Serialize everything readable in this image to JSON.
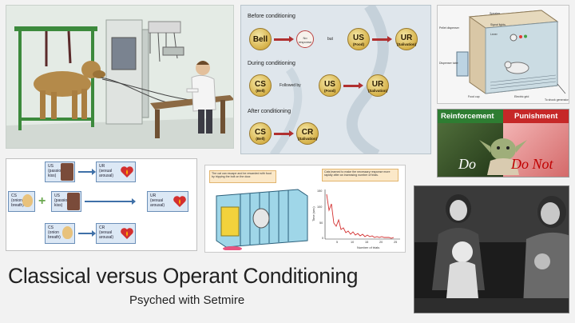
{
  "title": "Classical versus Operant Conditioning",
  "subtitle": "Psyched with Setmire",
  "diagram": {
    "before_label": "Before conditioning",
    "during_label": "During conditioning",
    "after_label": "After conditioning",
    "bell": "Bell",
    "no_response": "No response",
    "but": "but",
    "us": "US",
    "us_sub": "(Food)",
    "ur": "UR",
    "ur_sub": "(Salivation)",
    "cs": "CS",
    "cs_sub": "(Bell)",
    "followed_by": "Followed by",
    "cr": "CR",
    "cr_sub": "(Salivation)"
  },
  "skinner": {
    "labels": [
      "Speaker",
      "Signal lights",
      "Lever",
      "Pellet dispenser",
      "Dispenser tube",
      "Food cup",
      "Electric grid",
      "To shock generator"
    ]
  },
  "reinforcement": {
    "left_header": "Reinforcement",
    "right_header": "Punishment",
    "do": "Do",
    "do_not": "Do Not"
  },
  "kiss": {
    "row1_us": "US (passionate kiss)",
    "row1_ur": "UR (sexual arousal)",
    "row2_cs": "CS (onion breath)",
    "row2_us": "US (passionate kiss)",
    "row2_ur": "UR (sexual arousal)",
    "row3_cs": "CS (onion breath)",
    "row3_cr": "CR (sexual arousal)"
  },
  "thorndike": {
    "note_left": "The cat can escape and be rewarded with food by tripping the bolt on the door.",
    "note_right": "Cats learned to make the necessary response more rapidly after an increasing number of trials.",
    "ylabel": "Time (sec)",
    "xlabel": "Number of trials",
    "yticks": [
      "150",
      "100",
      "50",
      "0"
    ],
    "xticks": [
      "5",
      "10",
      "15",
      "20",
      "25"
    ]
  },
  "colors": {
    "coin": "#d6b24a",
    "red_arrow": "#b03030",
    "blue_arrow": "#3f70a8",
    "green_header": "#2e7d32",
    "red_header": "#c62828"
  }
}
